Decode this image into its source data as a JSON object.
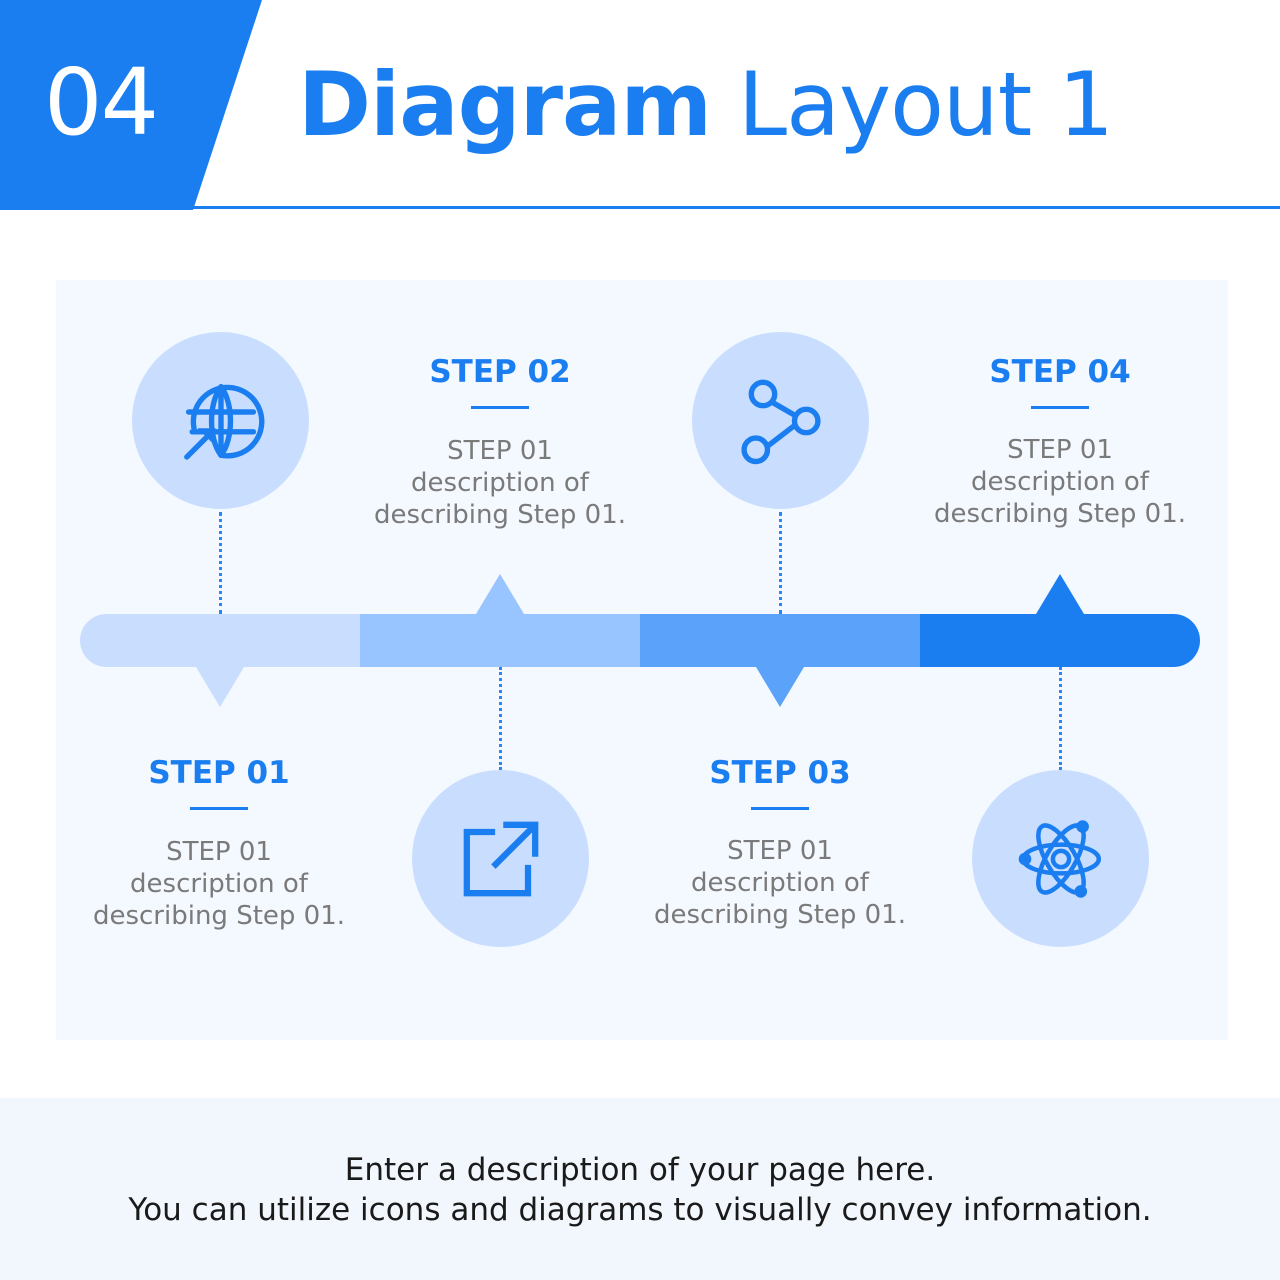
{
  "header": {
    "number": "04",
    "title_bold": "Diagram",
    "title_light": "Layout 1"
  },
  "steps": [
    {
      "title": "STEP 01",
      "desc_line1": "STEP 01",
      "desc_line2": "description of",
      "desc_line3": "describing Step 01.",
      "icon": "globe-cursor-icon"
    },
    {
      "title": "STEP 02",
      "desc_line1": "STEP 01",
      "desc_line2": "description of",
      "desc_line3": "describing Step 01.",
      "icon": "external-link-icon"
    },
    {
      "title": "STEP 03",
      "desc_line1": "STEP 01",
      "desc_line2": "description of",
      "desc_line3": "describing Step 01.",
      "icon": "share-nodes-icon"
    },
    {
      "title": "STEP 04",
      "desc_line1": "STEP 01",
      "desc_line2": "description of",
      "desc_line3": "describing Step 01.",
      "icon": "atom-icon"
    }
  ],
  "footer": {
    "line1": "Enter a description of your page here.",
    "line2": "You can utilize icons and diagrams to visually convey information."
  },
  "colors": {
    "accent": "#1b7ef0",
    "segment1": "#c9deff",
    "segment2": "#98c4ff",
    "segment3": "#5aa2fa",
    "segment4": "#1b7ef0",
    "circle": "#c9deff",
    "panel": "#f4f8ff"
  }
}
